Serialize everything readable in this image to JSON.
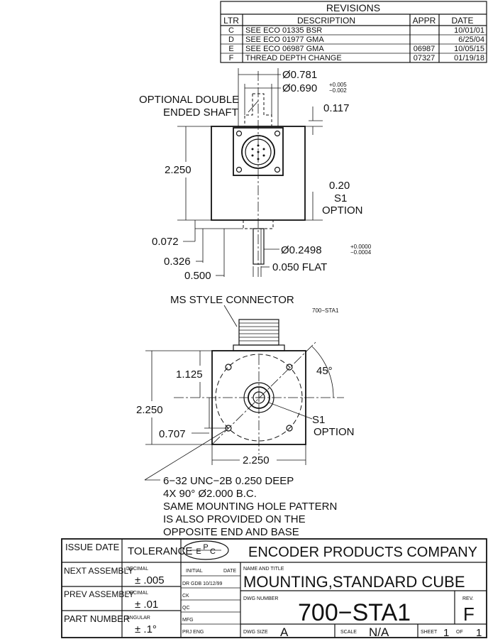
{
  "revisions": {
    "title": "REVISIONS",
    "headers": {
      "ltr": "LTR",
      "description": "DESCRIPTION",
      "appr": "APPR",
      "date": "DATE"
    },
    "rows": [
      {
        "ltr": "C",
        "description": "SEE ECO 01335 BSR",
        "appr": "",
        "date": "10/01/01"
      },
      {
        "ltr": "D",
        "description": "SEE ECO 01977 GMA",
        "appr": "",
        "date": "6/25/04"
      },
      {
        "ltr": "E",
        "description": "SEE ECO 06987 GMA",
        "appr": "06987",
        "date": "10/05/15"
      },
      {
        "ltr": "F",
        "description": "THREAD DEPTH CHANGE",
        "appr": "07327",
        "date": "01/19/18"
      }
    ]
  },
  "top_view": {
    "dia_outer": "Ø0.781",
    "dia_pilot": "Ø0.690",
    "dia_pilot_tol_plus": "+0.005",
    "dia_pilot_tol_minus": "−0.002",
    "optional_shaft_line1": "OPTIONAL DOUBLE",
    "optional_shaft_line2": "ENDED SHAFT",
    "dim_0117": "0.117",
    "dim_2250": "2.250",
    "s1_value": "0.20",
    "s1_label": "S1",
    "s1_option": "OPTION",
    "dim_0072": "0.072",
    "dim_0326": "0.326",
    "dim_0500": "0.500",
    "shaft_dia": "Ø0.2498",
    "shaft_tol_plus": "+0.0000",
    "shaft_tol_minus": "−0.0004",
    "flat": "0.050 FLAT"
  },
  "front_view": {
    "connector_label": "MS STYLE CONNECTOR",
    "part_tag": "700−STA1",
    "dim_1125": "1.125",
    "dim_2250_v": "2.250",
    "dim_0707": "0.707",
    "dim_2250_h": "2.250",
    "angle": "45°",
    "s1_label": "S1",
    "s1_option": "OPTION"
  },
  "notes": [
    "6−32 UNC−2B 0.250 DEEP",
    "4X 90° Ø2.000 B.C.",
    "SAME MOUNTING HOLE PATTERN",
    "IS ALSO PROVIDED ON THE",
    "OPPOSITE END AND BASE"
  ],
  "title_block": {
    "issue_date": "ISSUE DATE",
    "tolerance": "TOLERANCE",
    "logo_letters": [
      "E",
      "P",
      "C"
    ],
    "company": "ENCODER PRODUCTS COMPANY",
    "next_assembly": "NEXT ASSEMBLY",
    "prev_assembly": "PREV ASSEMBLY",
    "part_number": "PART NUMBER",
    "decimal_label": "DECIMAL",
    "angular_label": "ANGULAR",
    "tol_3place": "± .005",
    "tol_2place": "± .01",
    "tol_angle": "± .1°",
    "initial_label": "INITIAL",
    "date_label": "DATE",
    "dr_row": "DR GDB 10/12/99",
    "ck": "CK",
    "qc": "QC",
    "mfg": "MFG",
    "proj_eng": "PRJ ENG",
    "name_title_label": "NAME AND TITLE",
    "name_title": "MOUNTING,STANDARD CUBE",
    "dwg_number_label": "DWG NUMBER",
    "dwg_number": "700−STA1",
    "rev_label": "REV.",
    "rev": "F",
    "dwg_size_label": "DWG SIZE",
    "dwg_size": "A",
    "scale_label": "SCALE",
    "scale": "N/A",
    "sheet_label": "SHEET",
    "sheet": "1",
    "of_label": "OF",
    "of": "1"
  }
}
